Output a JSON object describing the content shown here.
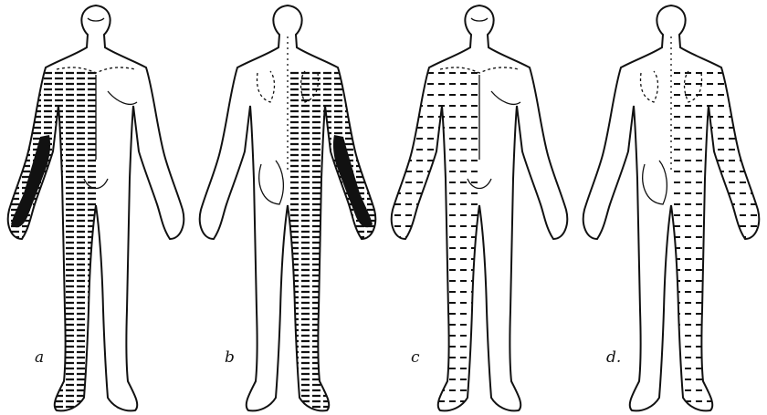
{
  "figures": [
    {
      "label": "a",
      "view": "front",
      "hatched_side": "right",
      "dark_forearm": true,
      "hatch": "dense"
    },
    {
      "label": "b",
      "view": "back",
      "hatched_side": "right",
      "dark_forearm": true,
      "hatch": "dense"
    },
    {
      "label": "c",
      "view": "front",
      "hatched_side": "right",
      "dark_forearm": false,
      "hatch": "sparse"
    },
    {
      "label": "d.",
      "view": "back",
      "hatched_side": "right",
      "dark_forearm": false,
      "hatch": "sparse"
    }
  ],
  "colors": {
    "ink": "#111111",
    "paper": "#ffffff"
  }
}
